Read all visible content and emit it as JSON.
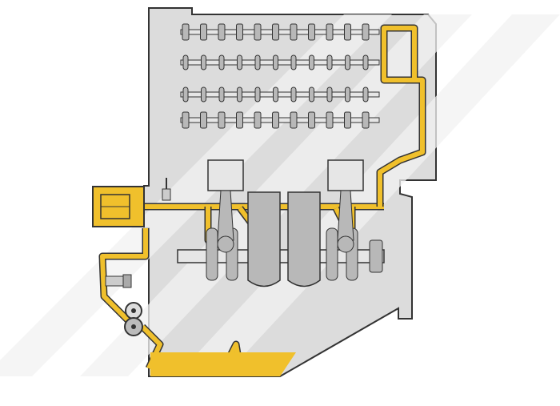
{
  "diagram": {
    "subject": "engine-lubrication-system",
    "colors": {
      "background": "#ffffff",
      "block_fill": "#dcdcdc",
      "block_light": "#f2f2f2",
      "outline": "#333333",
      "oil": "#f0c02c",
      "oil_dark": "#d9a514",
      "metal": "#b8b8b8",
      "metal_light": "#e6e6e6"
    },
    "camshaft_rows": 4,
    "lobes_per_row": 11,
    "pistons": 2,
    "crank_throws": 2
  }
}
